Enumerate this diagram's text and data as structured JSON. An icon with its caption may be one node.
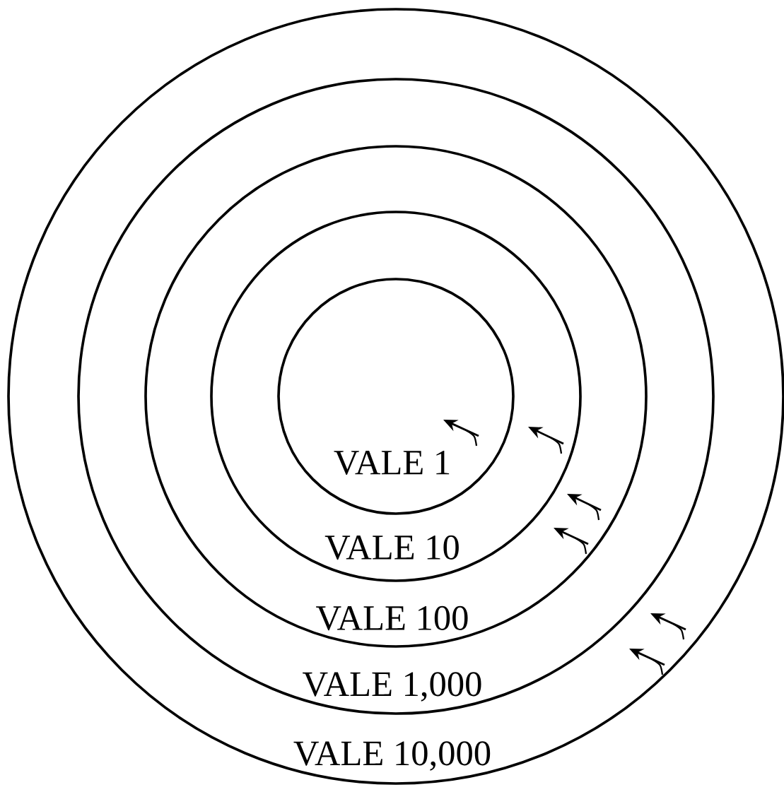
{
  "diagram": {
    "nodes": [
      {
        "text": [
          "VALE 10,000"
        ]
      },
      {
        "text": [
          "VALE 1,000"
        ],
        "in": 0
      },
      {
        "text": [
          "VALE 100"
        ],
        "in": 1
      },
      {
        "text": [
          "VALE 10"
        ],
        "in": 2
      },
      {
        "text": [
          "VALE 1"
        ],
        "in": 3
      }
    ]
  }
}
